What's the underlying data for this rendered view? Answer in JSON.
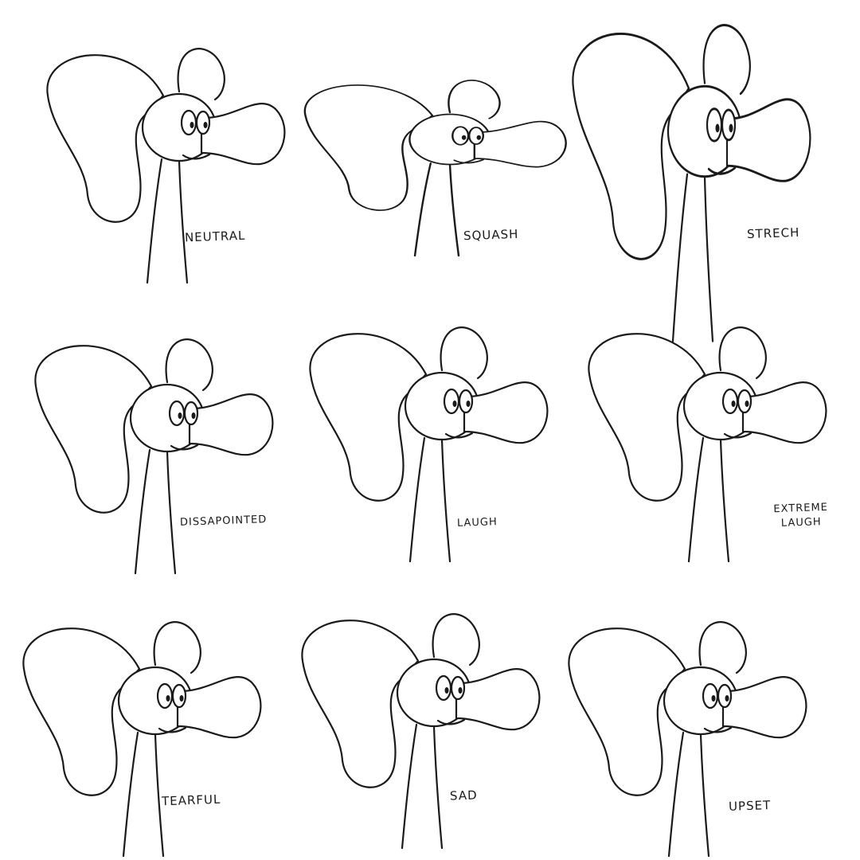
{
  "sheet": {
    "expressions": [
      {
        "label": "NEUTRAL"
      },
      {
        "label": "SQUASH"
      },
      {
        "label": "STRECH"
      },
      {
        "label": "DISSAPOINTED"
      },
      {
        "label": "LAUGH"
      },
      {
        "label": "EXTREME LAUGH"
      },
      {
        "label": "TEARFUL"
      },
      {
        "label": "SAD"
      },
      {
        "label": "UPSET"
      }
    ]
  }
}
